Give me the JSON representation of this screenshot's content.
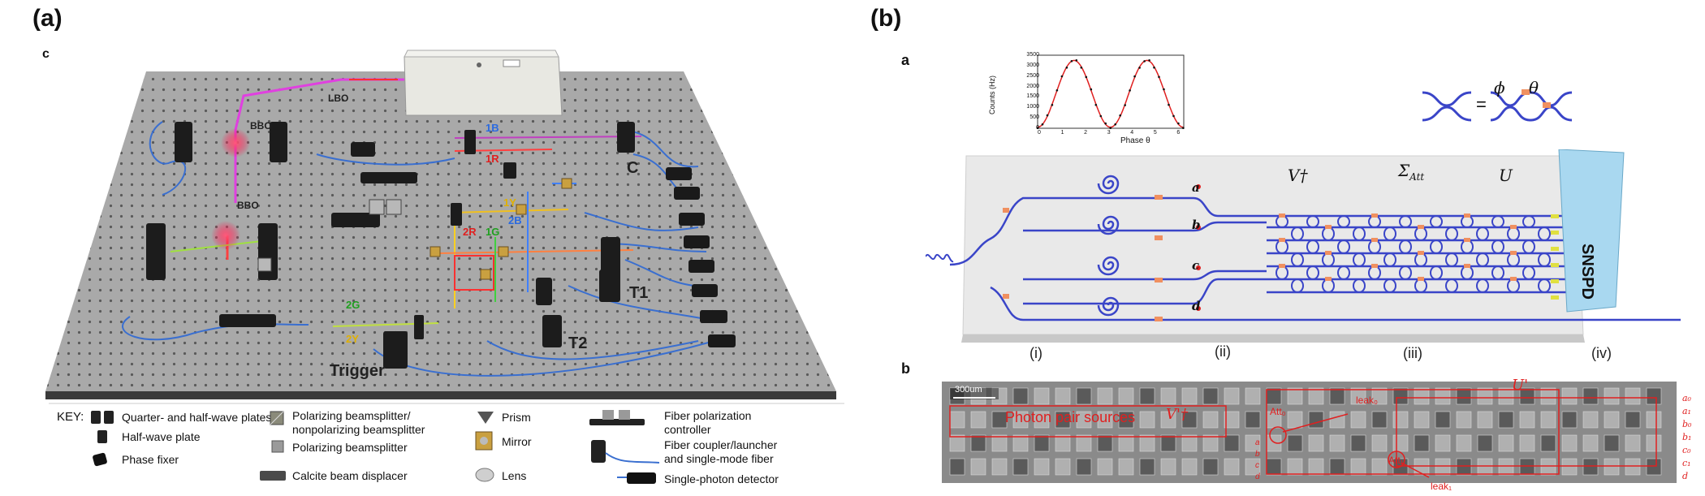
{
  "panel_a": {
    "letter": "(a)",
    "corner_letter": "c",
    "table_labels": {
      "lbo": "LBO",
      "bbo_top": "BBO",
      "bbo_bottom": "BBO",
      "c": "C",
      "t1": "T1",
      "t2": "T2",
      "trigger": "Trigger",
      "b1_blue": "1B",
      "r1_red": "1R",
      "y1": "1Y",
      "b2": "2B",
      "r2": "2R",
      "g1": "1G",
      "g2": "2G",
      "y2": "2Y"
    },
    "key": {
      "title": "KEY:",
      "items": {
        "qhwp": "Quarter- and half-wave plates",
        "hwp": "Half-wave plate",
        "phase": "Phase fixer",
        "pbs_line1": "Polarizing beamsplitter/",
        "pbs_line2": "nonpolarizing beamsplitter",
        "pbs2": "Polarizing beamsplitter",
        "calcite": "Calcite beam displacer",
        "prism": "Prism",
        "mirror": "Mirror",
        "lens": "Lens",
        "fpc_line1": "Fiber polarization",
        "fpc_line2": "controller",
        "fc_line1": "Fiber coupler/launcher",
        "fc_line2": "and single-mode fiber",
        "spd": "Single-photon detector"
      }
    }
  },
  "panel_b": {
    "letter": "(b)",
    "sub_a": "a",
    "sub_b": "b",
    "inset_chart": {
      "ylabel": "Counts (Hz)",
      "xlabel": "Phase θ",
      "yticks": [
        "0",
        "500",
        "1000",
        "1500",
        "2000",
        "2500",
        "3000",
        "3500"
      ],
      "xticks": [
        "0",
        "1",
        "2",
        "3",
        "4",
        "5",
        "6"
      ]
    },
    "mzi_eq": {
      "phi": "ϕ",
      "theta": "θ",
      "equals": "="
    },
    "chip_labels": {
      "a": "a",
      "b": "b",
      "c": "c",
      "d": "d",
      "vdag": "V†",
      "sigma": "Σ",
      "sigma_sub": "Att",
      "u": "U",
      "snspd": "SNSPD"
    },
    "romans": [
      "(i)",
      "(ii)",
      "(iii)",
      "(iv)"
    ],
    "micrograph": {
      "scale": "300um",
      "sources": "Photon pair sources",
      "vdag": "V'†",
      "u": "U'",
      "att0": "Att₀",
      "att1": "Att₁",
      "leak0": "leak₀",
      "leak1": "leak₁",
      "left_letters": [
        "a",
        "b",
        "c",
        "d"
      ],
      "right_labels": [
        "a₀",
        "a₁",
        "b₀",
        "b₁",
        "c₀",
        "c₁",
        "d"
      ]
    }
  }
}
